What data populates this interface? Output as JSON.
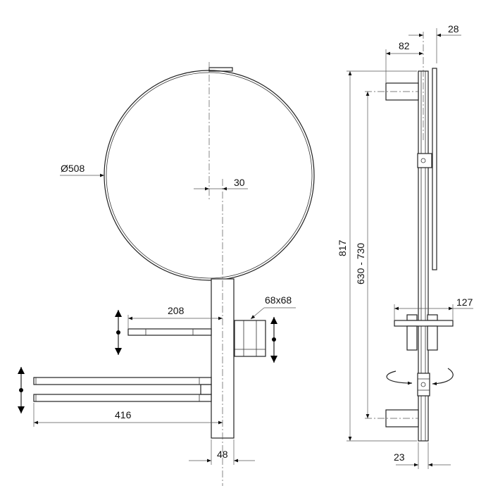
{
  "front_view": {
    "diameter_label": "Ø508",
    "offset_label": "30",
    "shelf_label": "208",
    "cup_label": "68x68",
    "towel_bar_label": "416",
    "post_width_label": "48"
  },
  "side_view": {
    "mirror_depth_label": "28",
    "bracket_depth_label": "82",
    "total_height_label": "817",
    "mount_range_label": "630 - 730",
    "shelf_depth_label": "127",
    "rail_width_label": "23"
  },
  "colors": {
    "line": "#222222",
    "background": "#ffffff"
  }
}
